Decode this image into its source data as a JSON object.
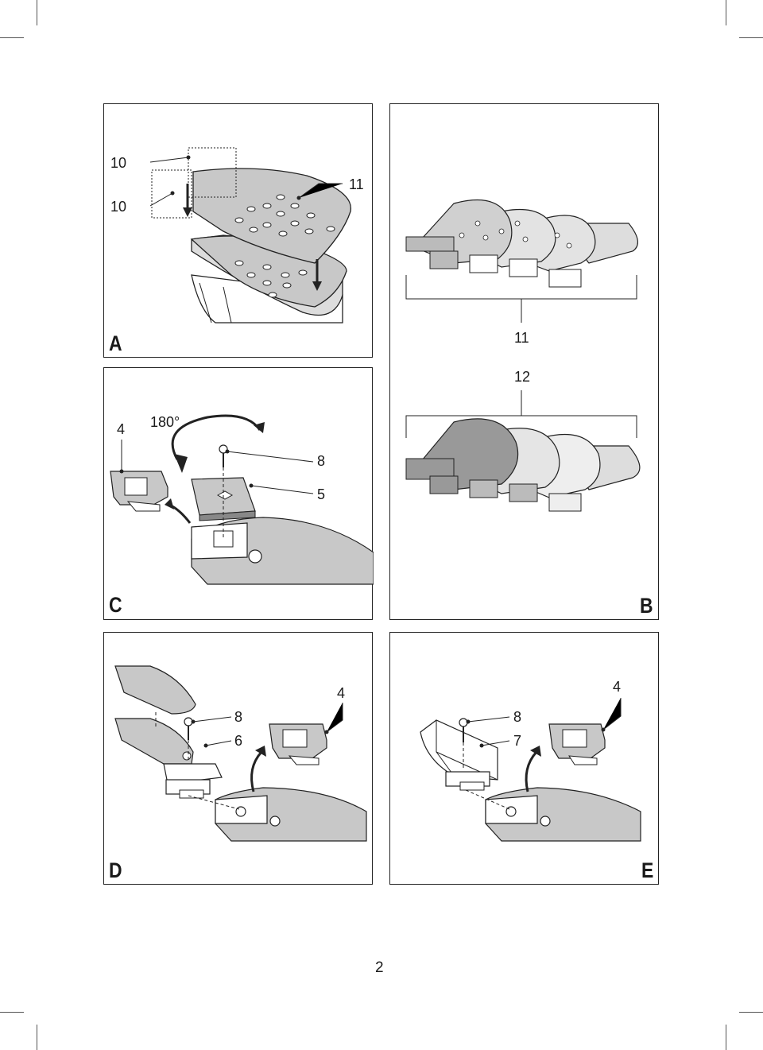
{
  "page_number": "2",
  "panels": {
    "A": {
      "label": "A",
      "callouts": {
        "upper": "10",
        "lower": "10",
        "pad": "11"
      }
    },
    "B": {
      "label": "B",
      "callouts": {
        "sheets": "11",
        "fleece": "12"
      }
    },
    "C": {
      "label": "C",
      "callouts": {
        "rotation": "180°",
        "clamp": "4",
        "screw": "8",
        "pad": "5"
      }
    },
    "D": {
      "label": "D",
      "callouts": {
        "screw": "8",
        "tip": "6",
        "clamp": "4"
      }
    },
    "E": {
      "label": "E",
      "callouts": {
        "screw": "8",
        "tool": "7",
        "clamp": "4"
      }
    }
  },
  "colors": {
    "ink": "#1a1a1a",
    "tone": "#c8c8c8",
    "border": "#222222"
  }
}
